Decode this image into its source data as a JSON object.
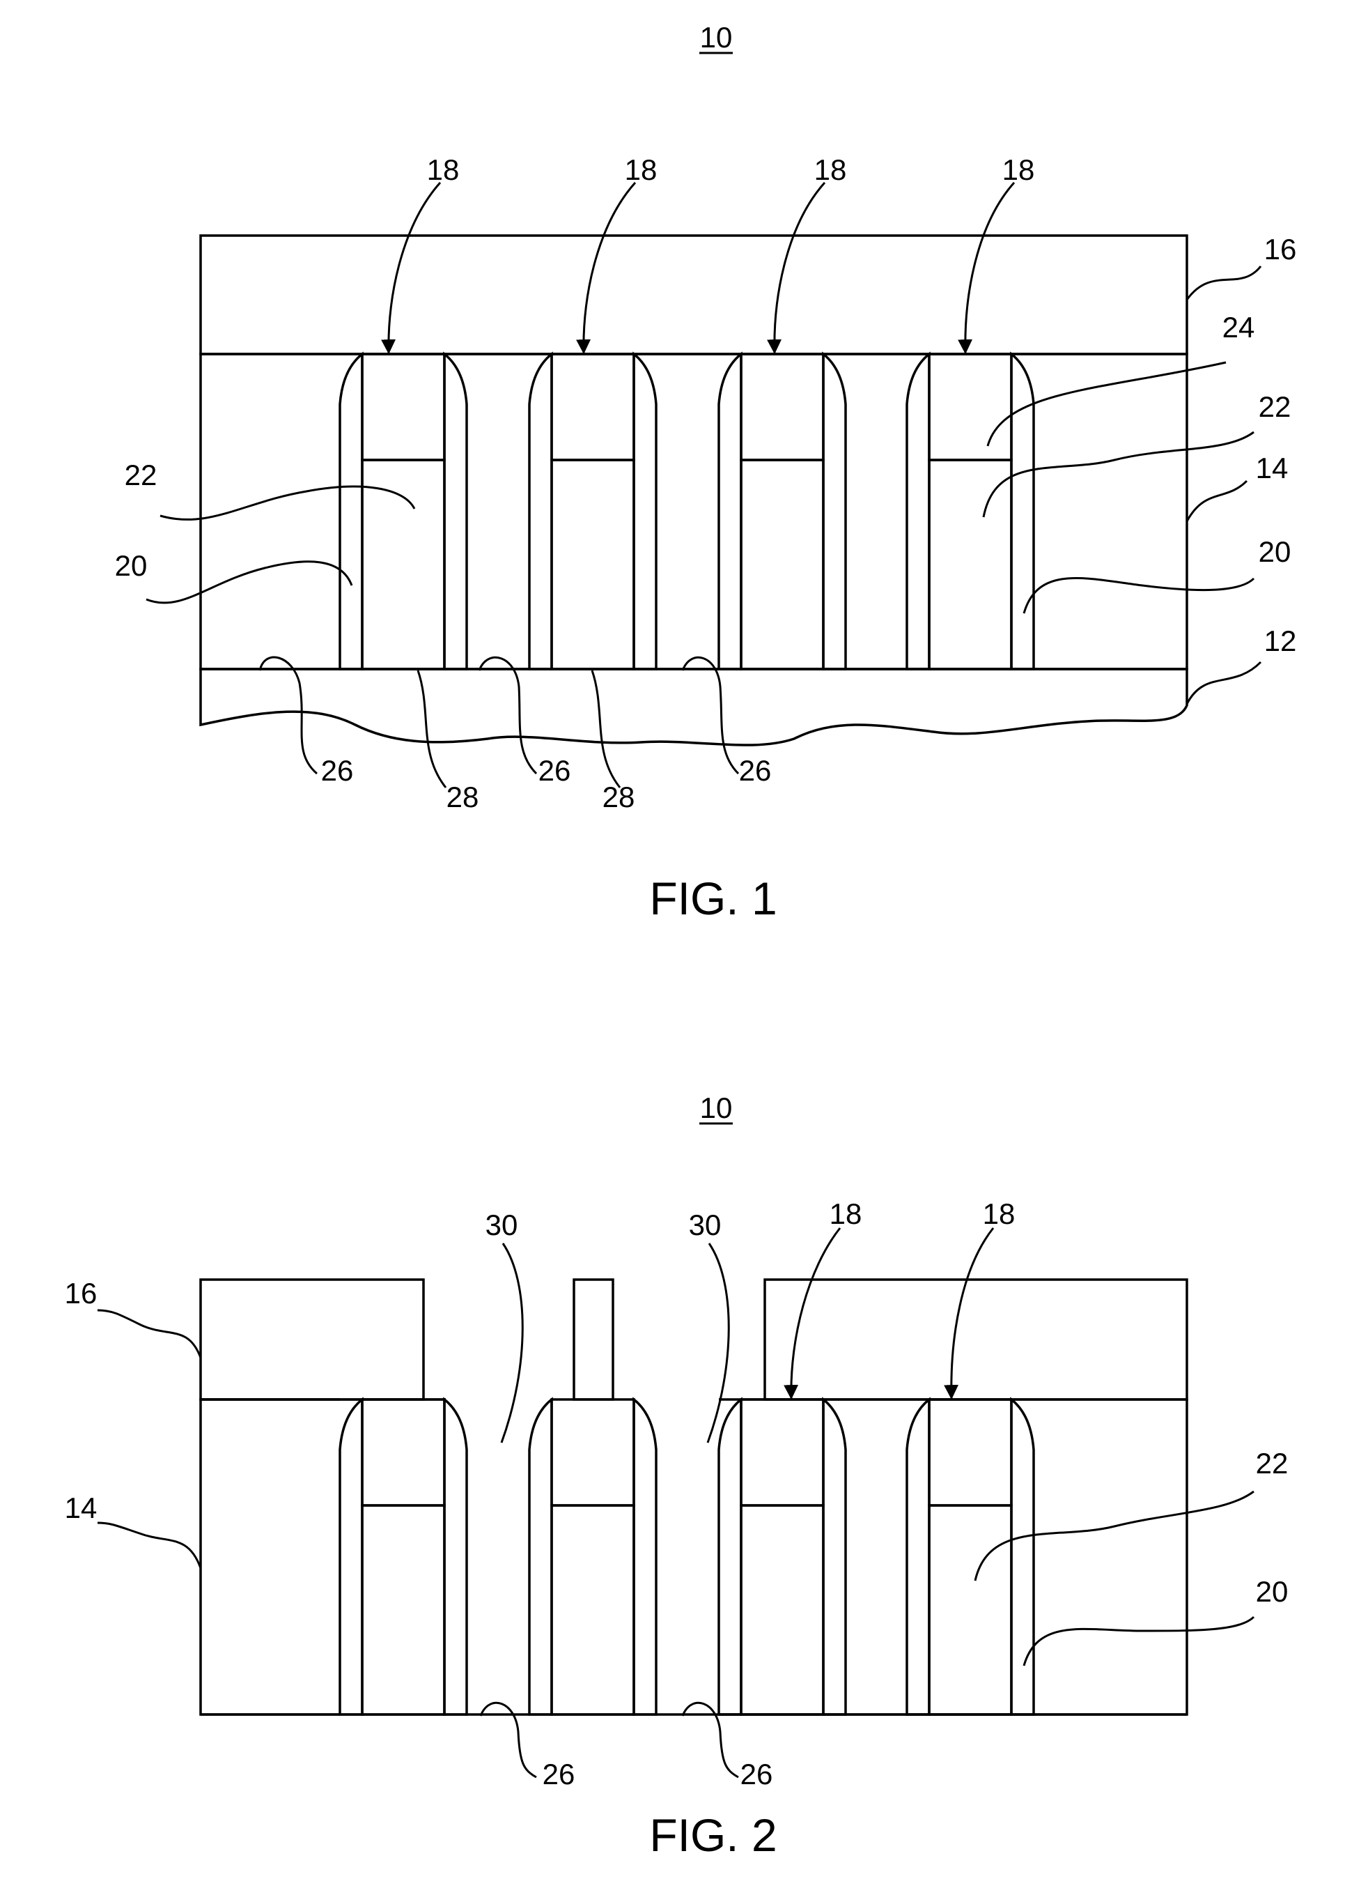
{
  "fig1": {
    "ref_number": "10",
    "caption": "FIG. 1",
    "labels": {
      "l18a": "18",
      "l18b": "18",
      "l18c": "18",
      "l18d": "18",
      "l16": "16",
      "l24": "24",
      "l22r": "22",
      "l22l": "22",
      "l14": "14",
      "l20l": "20",
      "l20r": "20",
      "l12": "12",
      "l26a": "26",
      "l28a": "28",
      "l26b": "26",
      "l28b": "28",
      "l26c": "26"
    }
  },
  "fig2": {
    "ref_number": "10",
    "caption": "FIG. 2",
    "labels": {
      "l30a": "30",
      "l30b": "30",
      "l18a": "18",
      "l18b": "18",
      "l16": "16",
      "l14": "14",
      "l22": "22",
      "l20": "20",
      "l26a": "26",
      "l26b": "26"
    }
  }
}
